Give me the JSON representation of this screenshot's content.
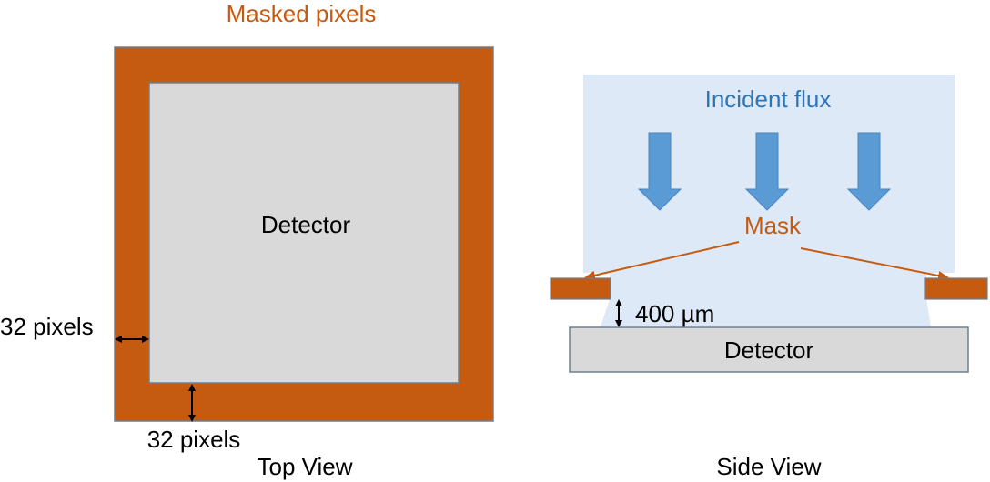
{
  "top_view": {
    "masked_label": "Masked pixels",
    "detector_label": "Detector",
    "left_border_label": "32 pixels",
    "bottom_border_label": "32 pixels",
    "caption": "Top View"
  },
  "side_view": {
    "incident_label": "Incident flux",
    "mask_label": "Mask",
    "gap_label": "400 µm",
    "detector_label": "Detector",
    "caption": "Side View"
  },
  "colors": {
    "mask": "#c55a11",
    "detector": "#d9d9d9",
    "flux_background": "#dbe8f5",
    "flux_arrow": "#5b9bd5",
    "flux_text": "#2e75b6",
    "outline": "#6d7f92",
    "text": "#000000"
  }
}
